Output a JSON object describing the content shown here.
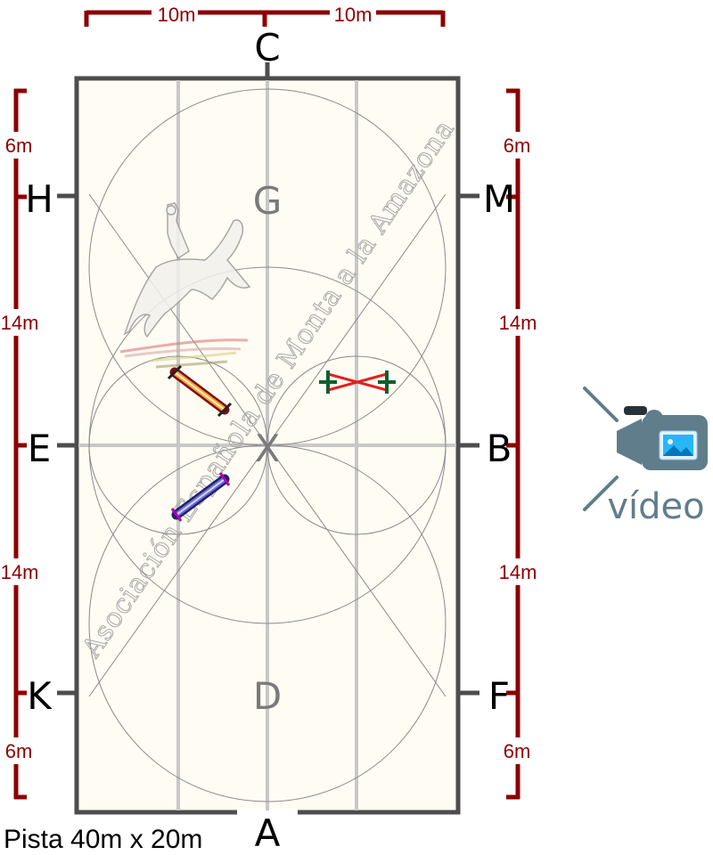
{
  "arena": {
    "caption": "Pista 40m x 20m",
    "letters": {
      "top": "C",
      "bottom": "A",
      "left_upper": "H",
      "left_middle": "E",
      "left_lower": "K",
      "right_upper": "M",
      "right_middle": "B",
      "right_lower": "F",
      "center_upper": "G",
      "center": "X",
      "center_lower": "D"
    },
    "top_dimensions": [
      "10m",
      "10m"
    ],
    "left_dimensions": [
      "6m",
      "14m",
      "14m",
      "6m"
    ],
    "right_dimensions": [
      "6m",
      "14m",
      "14m",
      "6m"
    ],
    "watermark": "Asociación Española de Monta a la Amazona"
  },
  "video": {
    "label": "vídeo",
    "icon": "video-camera-icon",
    "color": "#607d8b"
  },
  "colors": {
    "arena_fill": "#fffcf3",
    "arena_border": "#4d4d4d",
    "dimension": "#8b0000",
    "guide_lines": "#c8c8c8",
    "circles": "#8a8a8a"
  }
}
